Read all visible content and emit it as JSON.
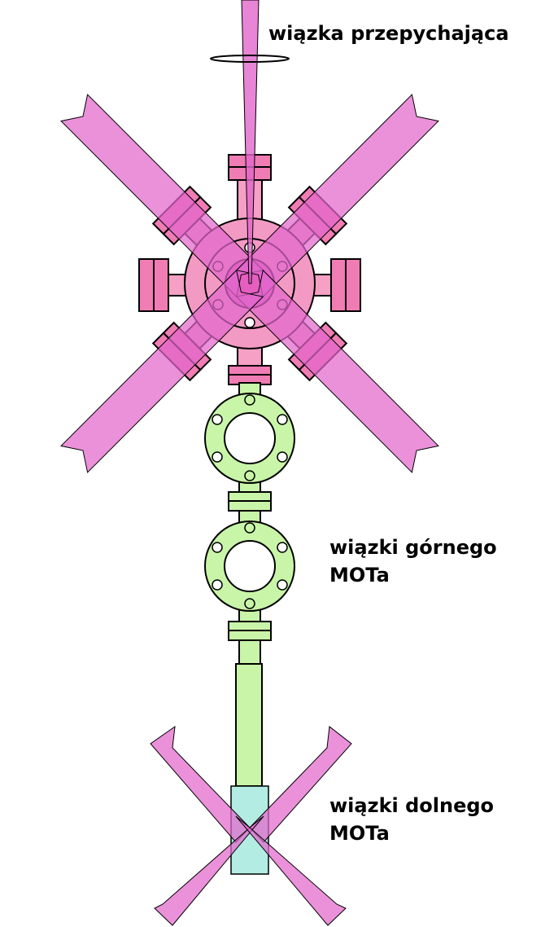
{
  "labels": {
    "push_beam": "wiązka przepychająca",
    "upper_mot_line1": "wiązki górnego",
    "upper_mot_line2": "MOTa",
    "lower_mot_line1": "wiązki dolnego",
    "lower_mot_line2": "MOTa"
  },
  "colors": {
    "beam": "#e266cc",
    "beam_overlap": "#e82cb4",
    "chamber": "#f29ac4",
    "flange": "#f07cb4",
    "upper_vacuum": "#c8f5a8",
    "glass_cell": "#b2ece2",
    "glass_cell_overlap": "#9a70d2"
  }
}
